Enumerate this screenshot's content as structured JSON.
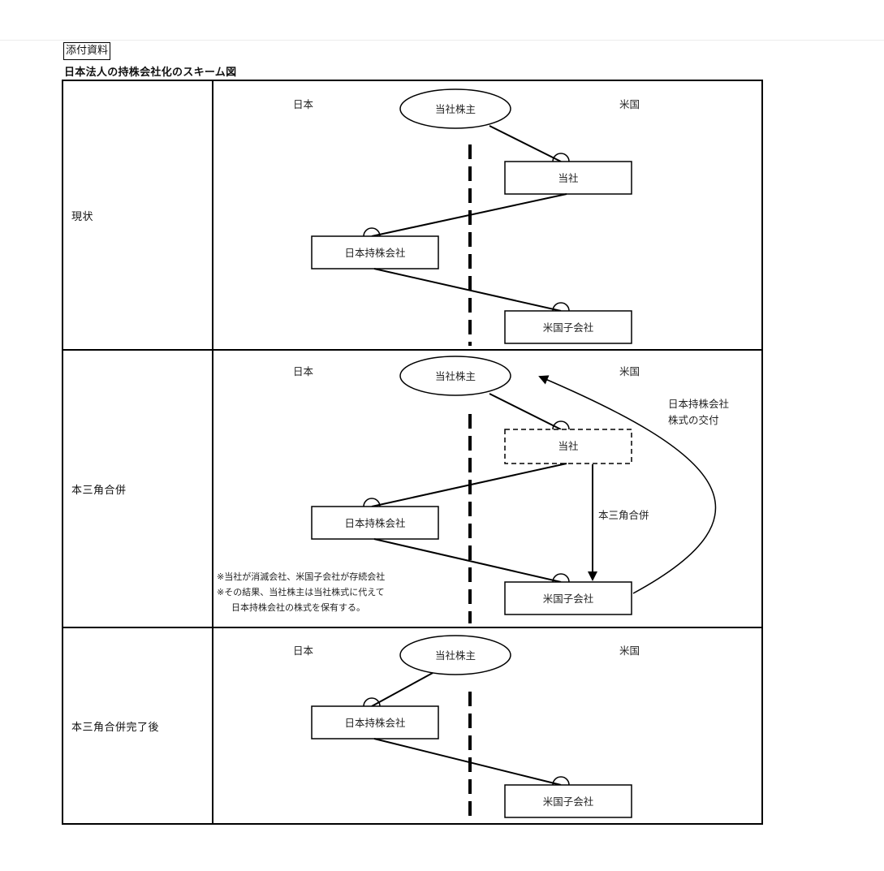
{
  "header": {
    "tag": "添付資料",
    "title": "日本法人の持株会社化のスキーム図"
  },
  "common": {
    "japan": "日本",
    "usa": "米国",
    "shareholders": "当社株主",
    "company": "当社",
    "jp_holdco": "日本持株会社",
    "us_sub": "米国子会社"
  },
  "rows": [
    {
      "label": "現状"
    },
    {
      "label": "本三角合併",
      "merger_label": "本三角合併",
      "exchange_line1": "日本持株会社",
      "exchange_line2": "株式の交付",
      "note_line1": "※当社が消滅会社、米国子会社が存続会社",
      "note_line2": "※その結果、当社株主は当社株式に代えて",
      "note_line3": "日本持株会社の株式を保有する。"
    },
    {
      "label": "本三角合併完了後"
    }
  ]
}
